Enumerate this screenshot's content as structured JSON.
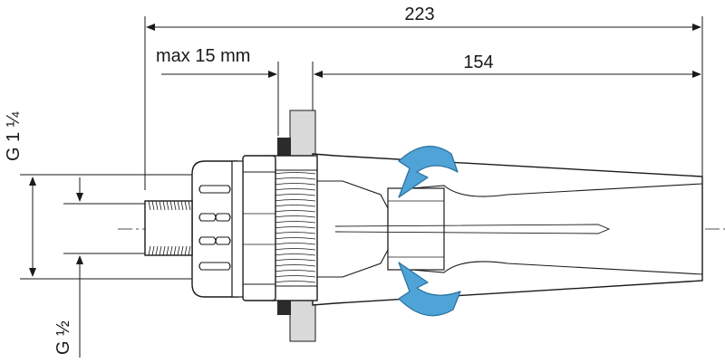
{
  "dimensions": {
    "overall_length": "223",
    "body_length": "154",
    "max_thickness": "max 15 mm",
    "outer_thread": "G 1 ¼",
    "inner_thread": "G ½"
  },
  "colors": {
    "line": "#1a1a1a",
    "flow_arrow": "#4fa3d6",
    "flow_arrow_edge": "#2a6f9e",
    "wall": "#d9d9d9",
    "gasket": "#2b2b2b"
  },
  "icons": {
    "flow": "curved-flow-arrow"
  }
}
